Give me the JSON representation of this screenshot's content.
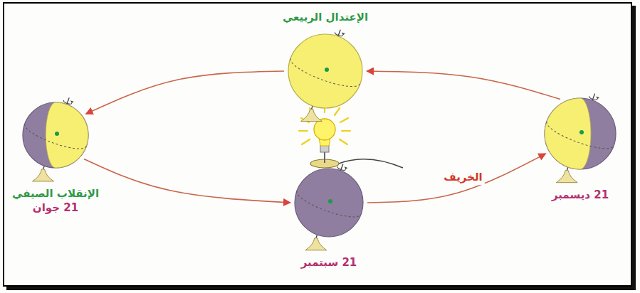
{
  "diagram": {
    "nodes": [
      {
        "text": [
          "الإعتدال الربيعي"
        ]
      },
      {
        "text": [
          "الإنقلاب الصيفي",
          "21 جوان"
        ]
      },
      {
        "text": [
          "21 سبتمبر"
        ]
      },
      {
        "text": [
          "21 ديسمبر"
        ]
      }
    ],
    "edges": [
      {
        "from": 0,
        "to": 1,
        "arrow": "to"
      },
      {
        "from": 1,
        "to": 2,
        "arrow": "to"
      },
      {
        "from": 2,
        "to": 3,
        "arrow": "to",
        "label": "الخريف"
      },
      {
        "from": 3,
        "to": 0,
        "arrow": "to"
      }
    ]
  }
}
